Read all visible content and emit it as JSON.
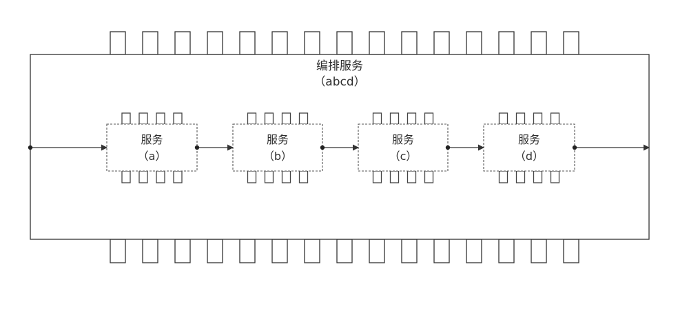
{
  "orchestration": {
    "title": "编排服务",
    "subtitle": "（abcd）"
  },
  "services": [
    {
      "label": "服务",
      "sub": "（a）"
    },
    {
      "label": "服务",
      "sub": "（b）"
    },
    {
      "label": "服务",
      "sub": "（c）"
    },
    {
      "label": "服务",
      "sub": "（d）"
    }
  ],
  "colors": {
    "line": "#333333",
    "dash": "#555555",
    "background": "#ffffff"
  }
}
